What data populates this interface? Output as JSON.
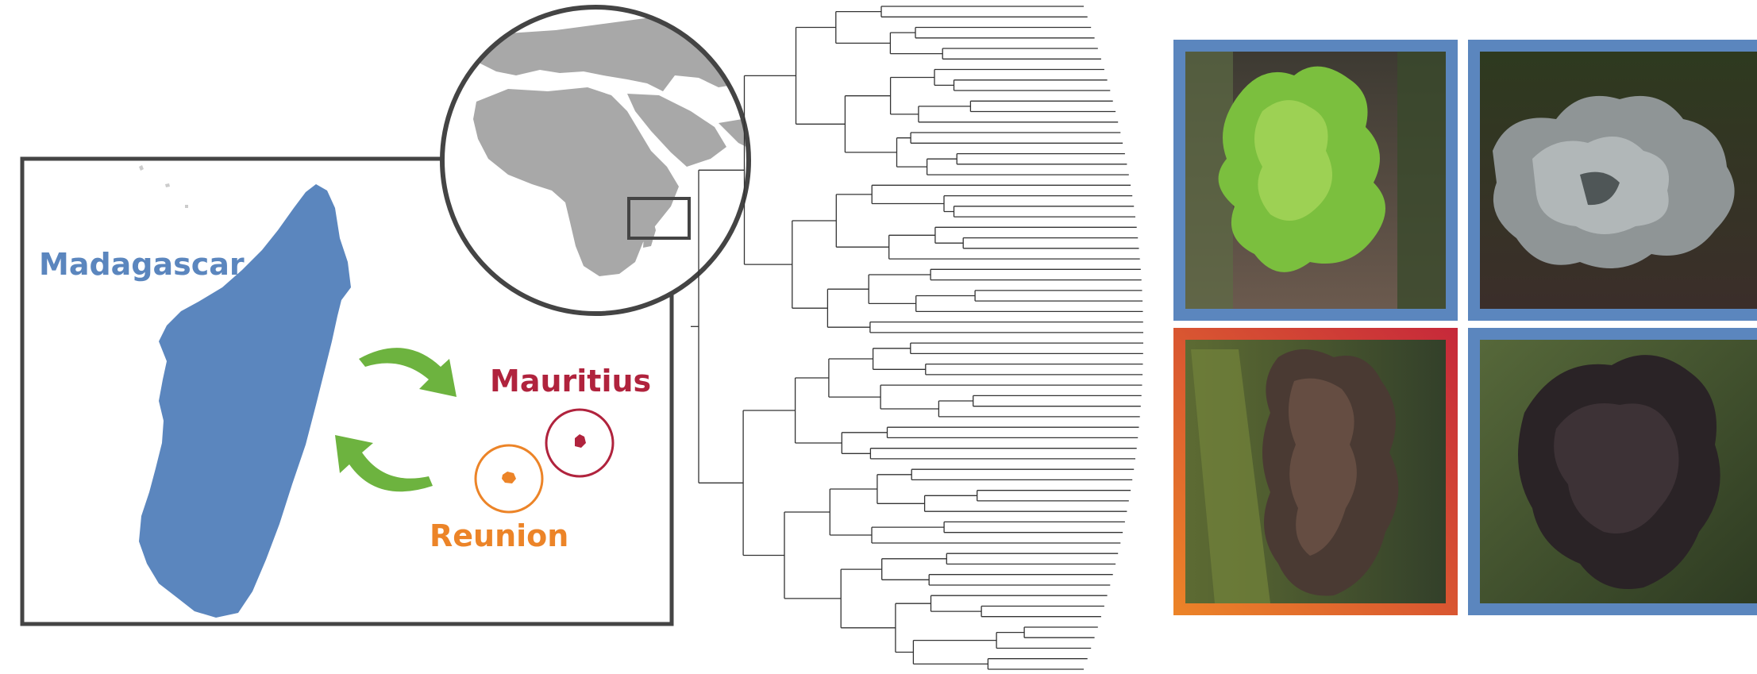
{
  "labels": {
    "madagascar": "Madagascar",
    "mauritius": "Mauritius",
    "reunion": "Reunion"
  },
  "colors": {
    "madagascar": "#5b86be",
    "mauritius": "#b0233d",
    "reunion": "#ec8428",
    "arrow": "#6db33f",
    "land_globe": "#a8a8a8",
    "frame": "#444444",
    "photo_frame_blue": "#5b86be",
    "photo_frame_orange": "#ec8428",
    "photo_frame_red": "#c6283a"
  },
  "photos": [
    {
      "subject": "green lichen on tree trunk",
      "frame": "blue"
    },
    {
      "subject": "grey foliose lichen",
      "frame": "blue"
    },
    {
      "subject": "brown lichen on trunk",
      "frame": "orange-red"
    },
    {
      "subject": "dark brown lichen lobes",
      "frame": "blue"
    }
  ],
  "icons": {
    "arrow_to_islands": "curved-arrow-icon",
    "arrow_to_madagascar": "curved-arrow-icon"
  }
}
